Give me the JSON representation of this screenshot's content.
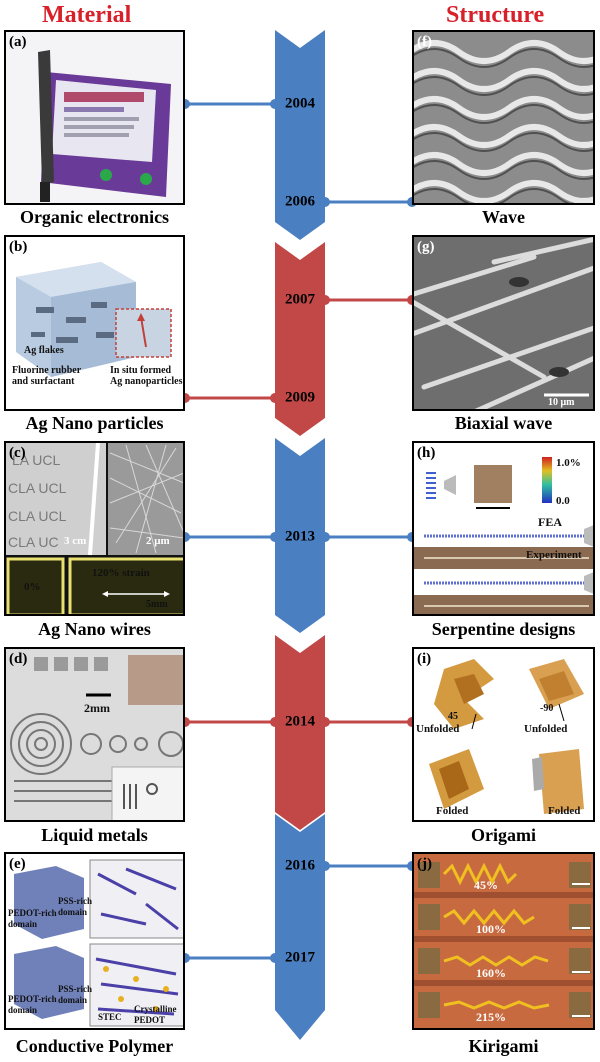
{
  "headers": {
    "left": "Material",
    "right": "Structure"
  },
  "colors": {
    "blue": "#4a7fc1",
    "red": "#c24848",
    "header": "#d7202a"
  },
  "timeline": {
    "years": [
      "2004",
      "2006",
      "2007",
      "2009",
      "2013",
      "2014",
      "2016",
      "2017"
    ]
  },
  "material": [
    {
      "label": "(a)",
      "caption": "Organic electronics"
    },
    {
      "label": "(b)",
      "caption": "Ag Nano particles",
      "annotations": {
        "flakes": "Ag flakes",
        "rubber": "Fluorine rubber\nand surfactant",
        "insitu": "In situ formed\nAg nanoparticles"
      }
    },
    {
      "label": "(c)",
      "caption": "Ag Nano wires",
      "annotations": {
        "cm": "3 cm",
        "um": "2 μm",
        "zero": "0%",
        "strain": "120% strain",
        "mm": "5mm"
      }
    },
    {
      "label": "(d)",
      "caption": "Liquid metals",
      "annotations": {
        "scale": "2mm"
      }
    },
    {
      "label": "(e)",
      "caption": "Conductive Polymer",
      "annotations": {
        "pedot1": "PEDOT-rich\ndomain",
        "pss1": "PSS-rich\ndomain",
        "pedot2": "PEDOT-rich\ndomain",
        "pss2": "PSS-rich\ndomain",
        "stec": "STEC",
        "crys": "Crystalline\nPEDOT"
      }
    }
  ],
  "structure": [
    {
      "label": "(f)",
      "caption": "Wave"
    },
    {
      "label": "(g)",
      "caption": "Biaxial wave",
      "annotations": {
        "scale": "10 μm"
      }
    },
    {
      "label": "(h)",
      "caption": "Serpentine designs",
      "annotations": {
        "max": "1.0%",
        "min": "0.0",
        "fea": "FEA",
        "exp": "Experiment"
      }
    },
    {
      "label": "(i)",
      "caption": "Origami",
      "annotations": {
        "a45": "45",
        "a90": "-90",
        "unf1": "Unfolded",
        "unf2": "Unfolded",
        "fold1": "Folded",
        "fold2": "Folded"
      }
    },
    {
      "label": "(j)",
      "caption": "Kirigami",
      "annotations": {
        "s1": "45%",
        "s2": "100%",
        "s3": "160%",
        "s4": "215%"
      }
    }
  ]
}
